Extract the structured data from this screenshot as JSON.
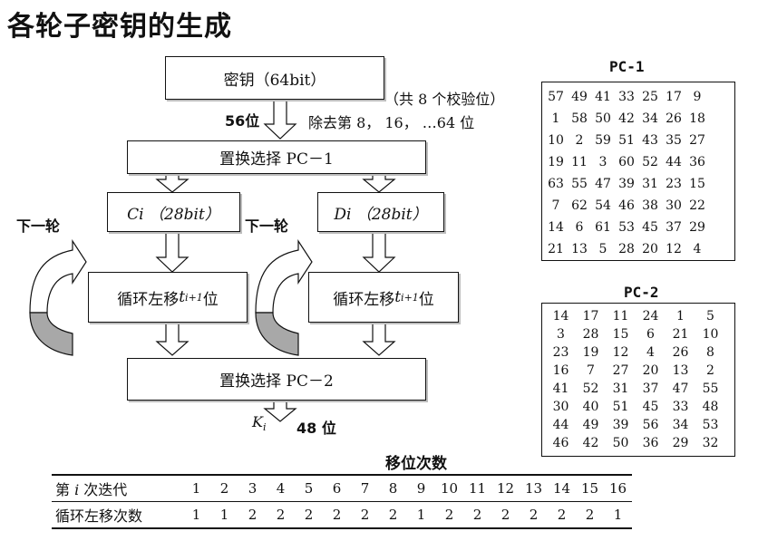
{
  "title": "各轮子密钥的生成",
  "flow": {
    "key_box": "密钥（64bit）",
    "parity_note": "（共 8 个校验位）",
    "bits_56": "56位",
    "remove_note": "除去第 8， 16， …64 位",
    "pc1_box": "置换选择    PC－1",
    "ci_box": "Ci （28bit）",
    "di_box": "Di （28bit）",
    "next_round_left": "下一轮",
    "next_round_right": "下一轮",
    "shift_left": "循环左移",
    "shift_right": "循环左移",
    "shift_var": "t",
    "shift_sub": "i+1",
    "shift_suffix": "位",
    "pc2_box": "置换选择    PC－2",
    "ki": "K",
    "ki_sub": "i",
    "bits_48": "48 位"
  },
  "pc1": {
    "title": "PC-1",
    "rows": [
      [
        "57",
        "49",
        "41",
        "33",
        "25",
        "17",
        "9"
      ],
      [
        "1",
        "58",
        "50",
        "42",
        "34",
        "26",
        "18"
      ],
      [
        "10",
        "2",
        "59",
        "51",
        "43",
        "35",
        "27"
      ],
      [
        "19",
        "11",
        "3",
        "60",
        "52",
        "44",
        "36"
      ],
      [
        "63",
        "55",
        "47",
        "39",
        "31",
        "23",
        "15"
      ],
      [
        "7",
        "62",
        "54",
        "46",
        "38",
        "30",
        "22"
      ],
      [
        "14",
        "6",
        "61",
        "53",
        "45",
        "37",
        "29"
      ],
      [
        "21",
        "13",
        "5",
        "28",
        "20",
        "12",
        "4"
      ]
    ]
  },
  "pc2": {
    "title": "PC-2",
    "rows": [
      [
        "14",
        "17",
        "11",
        "24",
        "1",
        "5"
      ],
      [
        "3",
        "28",
        "15",
        "6",
        "21",
        "10"
      ],
      [
        "23",
        "19",
        "12",
        "4",
        "26",
        "8"
      ],
      [
        "16",
        "7",
        "27",
        "20",
        "13",
        "2"
      ],
      [
        "41",
        "52",
        "31",
        "37",
        "47",
        "55"
      ],
      [
        "30",
        "40",
        "51",
        "45",
        "33",
        "48"
      ],
      [
        "44",
        "49",
        "39",
        "56",
        "34",
        "53"
      ],
      [
        "46",
        "42",
        "50",
        "36",
        "29",
        "32"
      ]
    ]
  },
  "shift_table": {
    "title": "移位次数",
    "row1_label_pre": "第 ",
    "row1_label_var": "i",
    "row1_label_post": " 次迭代",
    "row2_label": "循环左移次数",
    "iterations": [
      "1",
      "2",
      "3",
      "4",
      "5",
      "6",
      "7",
      "8",
      "9",
      "10",
      "11",
      "12",
      "13",
      "14",
      "15",
      "16"
    ],
    "shifts": [
      "1",
      "1",
      "2",
      "2",
      "2",
      "2",
      "2",
      "2",
      "1",
      "2",
      "2",
      "2",
      "2",
      "2",
      "2",
      "1"
    ]
  }
}
